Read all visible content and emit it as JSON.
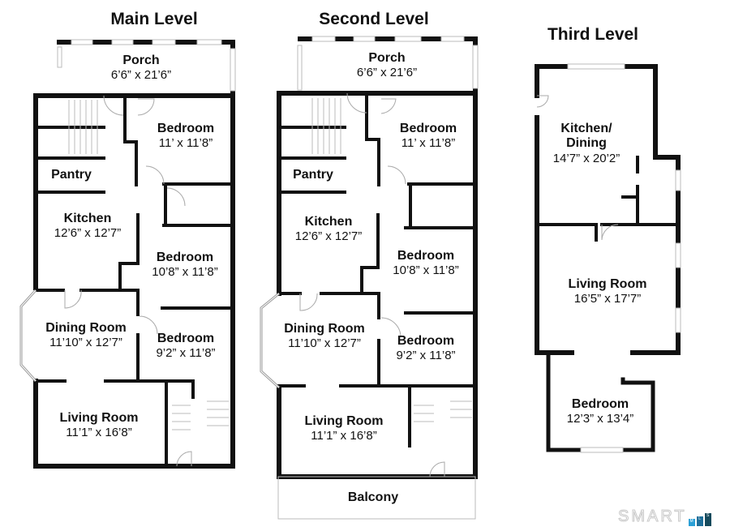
{
  "levels": [
    {
      "title": "Main Level",
      "rooms": [
        {
          "name": "Porch",
          "dims": "6’6” x 21’6”"
        },
        {
          "name": "Bedroom",
          "dims": "11’ x 11’8”"
        },
        {
          "name": "Pantry",
          "dims": ""
        },
        {
          "name": "Kitchen",
          "dims": "12’6” x 12’7”"
        },
        {
          "name": "Bedroom",
          "dims": "10’8” x 11’8”"
        },
        {
          "name": "Dining Room",
          "dims": "11’10” x 12’7”"
        },
        {
          "name": "Bedroom",
          "dims": "9’2” x 11’8”"
        },
        {
          "name": "Living Room",
          "dims": "11’1” x 16’8”"
        }
      ]
    },
    {
      "title": "Second Level",
      "rooms": [
        {
          "name": "Porch",
          "dims": "6’6” x 21’6”"
        },
        {
          "name": "Bedroom",
          "dims": "11’ x 11’8”"
        },
        {
          "name": "Pantry",
          "dims": ""
        },
        {
          "name": "Kitchen",
          "dims": "12’6” x 12’7”"
        },
        {
          "name": "Bedroom",
          "dims": "10’8” x 11’8”"
        },
        {
          "name": "Dining Room",
          "dims": "11’10” x 12’7”"
        },
        {
          "name": "Bedroom",
          "dims": "9’2” x 11’8”"
        },
        {
          "name": "Living Room",
          "dims": "11’1” x 16’8”"
        },
        {
          "name": "Balcony",
          "dims": ""
        }
      ]
    },
    {
      "title": "Third Level",
      "rooms": [
        {
          "name": "Kitchen/",
          "name2": "Dining",
          "dims": "14’7” x 20’2”"
        },
        {
          "name": "Living Room",
          "dims": "16’5” x 17’7”"
        },
        {
          "name": "Bedroom",
          "dims": "12’3” x 13’4”"
        }
      ]
    }
  ],
  "watermark": {
    "text": "SMART",
    "suffix": [
      "M",
      "L",
      "S"
    ],
    "colors": [
      "#2a9fd6",
      "#1f6f9a",
      "#164a5c"
    ]
  }
}
